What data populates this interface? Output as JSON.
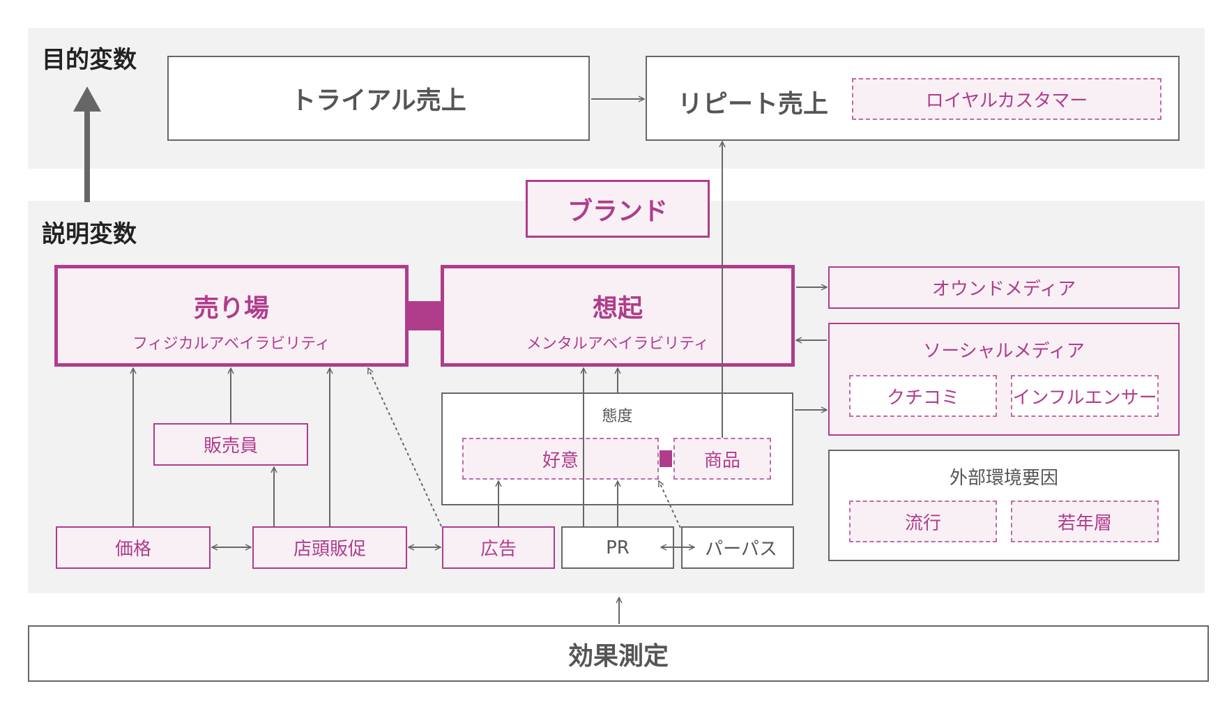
{
  "sections": {
    "objective": "目的変数",
    "explanatory": "説明変数"
  },
  "objective": {
    "trial": "トライアル売上",
    "repeat": "リピート売上",
    "loyal": "ロイヤルカスタマー"
  },
  "brand": "ブランド",
  "sales_floor": {
    "title": "売り場",
    "subtitle": "フィジカルアベイラビリティ"
  },
  "recall": {
    "title": "想起",
    "subtitle": "メンタルアベイラビリティ"
  },
  "salesperson": "販売員",
  "price": "価格",
  "store_promo": "店頭販促",
  "ad": "広告",
  "pr": "PR",
  "purpose": "パーパス",
  "attitude": {
    "title": "態度",
    "liking": "好意",
    "product": "商品"
  },
  "owned_media": "オウンドメディア",
  "social": {
    "title": "ソーシャルメディア",
    "word_of_mouth": "クチコミ",
    "influencer": "インフルエンサー"
  },
  "external": {
    "title": "外部環境要因",
    "trend": "流行",
    "age": "若年層"
  },
  "measurement": "効果測定",
  "colors": {
    "accent": "#b03c8c",
    "band": "#f2f2f2",
    "line": "#666666"
  }
}
